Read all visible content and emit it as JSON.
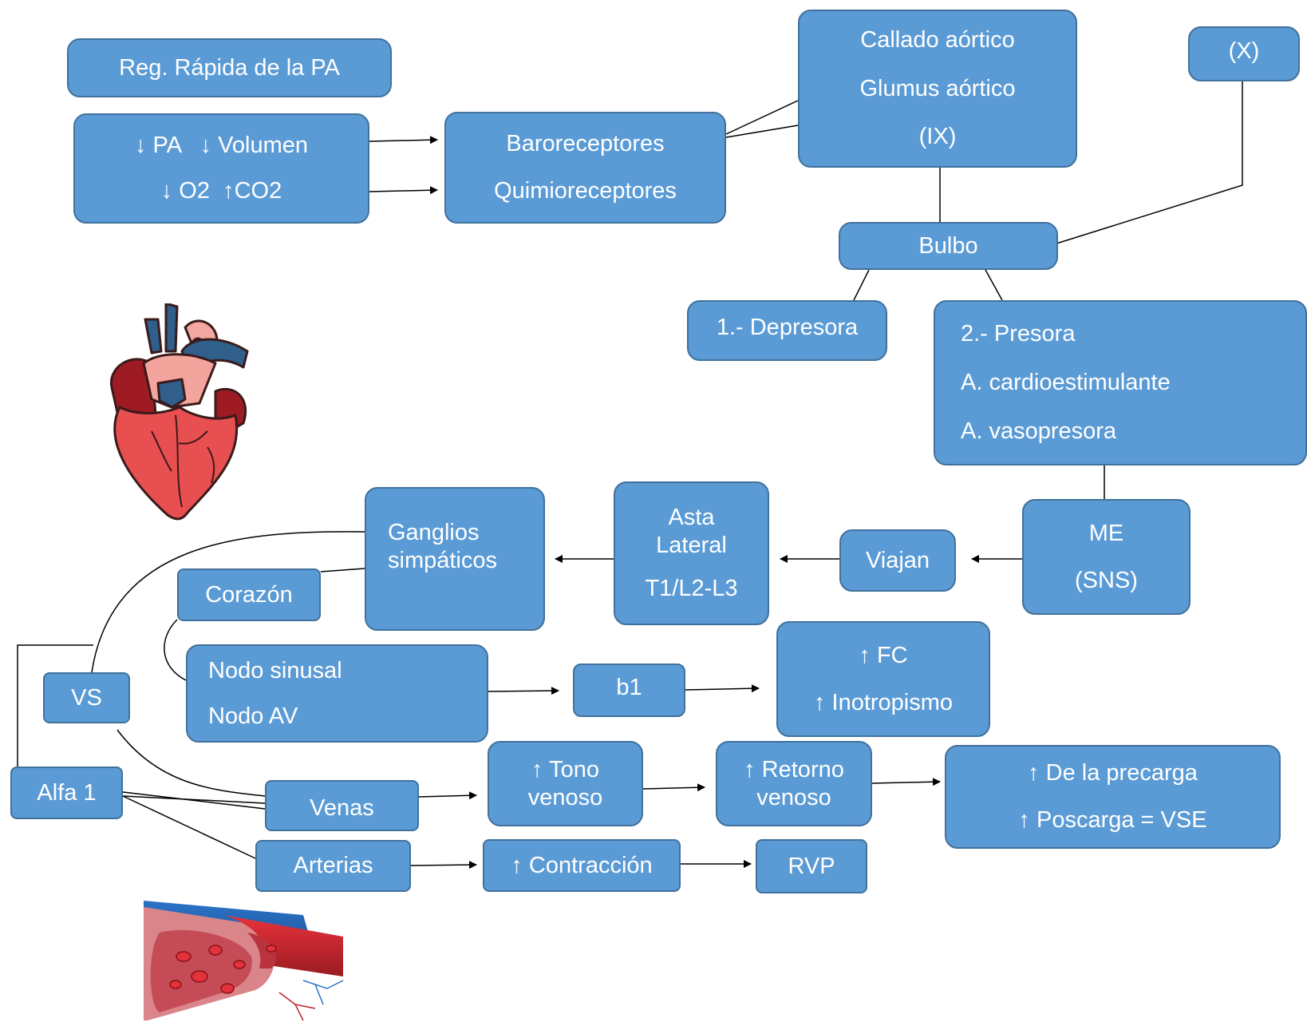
{
  "colors": {
    "box_fill": "#5b9bd5",
    "box_border": "#41719c",
    "box_text": "#ffffff",
    "connector": "#000000"
  },
  "nodes": {
    "reg_rapida": "Reg. Rápida de la PA",
    "estimulos": {
      "line1": "↓ PA   ↓ Volumen",
      "line2": "↓ O2  ↑CO2"
    },
    "receptores": {
      "line1": "Baroreceptores",
      "line2": "Quimioreceptores"
    },
    "aortico": {
      "line1": "Callado aórtico",
      "line2": "Glumus aórtico",
      "line3": "(IX)"
    },
    "vago": "(X)",
    "bulbo": "Bulbo",
    "depresora": "1.- Depresora",
    "presora": {
      "line1": "2.- Presora",
      "line2": "A. cardioestimulante",
      "line3": "A. vasopresora"
    },
    "me": {
      "line1": "ME",
      "line2": "(SNS)"
    },
    "viajan": "Viajan",
    "asta": {
      "line1": "Asta",
      "line2": "Lateral",
      "line3": "T1/L2-L3"
    },
    "ganglios": {
      "line1": "Ganglios",
      "line2": "simpáticos"
    },
    "corazon": "Corazón",
    "nodos": {
      "line1": "Nodo sinusal",
      "line2": "Nodo AV"
    },
    "b1": "b1",
    "fc": {
      "line1": "↑ FC",
      "line2": "↑ Inotropismo"
    },
    "vs": "VS",
    "alfa1": "Alfa 1",
    "venas": "Venas",
    "arterias": "Arterias",
    "tono": {
      "line1": "↑ Tono",
      "line2": "venoso"
    },
    "retorno": {
      "line1": "↑ Retorno",
      "line2": "venoso"
    },
    "precarga": {
      "line1": "↑ De la precarga",
      "line2": "↑ Poscarga = VSE"
    },
    "contraccion": "↑ Contracción",
    "rvp": "RVP"
  },
  "images": {
    "heart": "heart-illustration",
    "vessel": "blood-vessel-illustration"
  }
}
